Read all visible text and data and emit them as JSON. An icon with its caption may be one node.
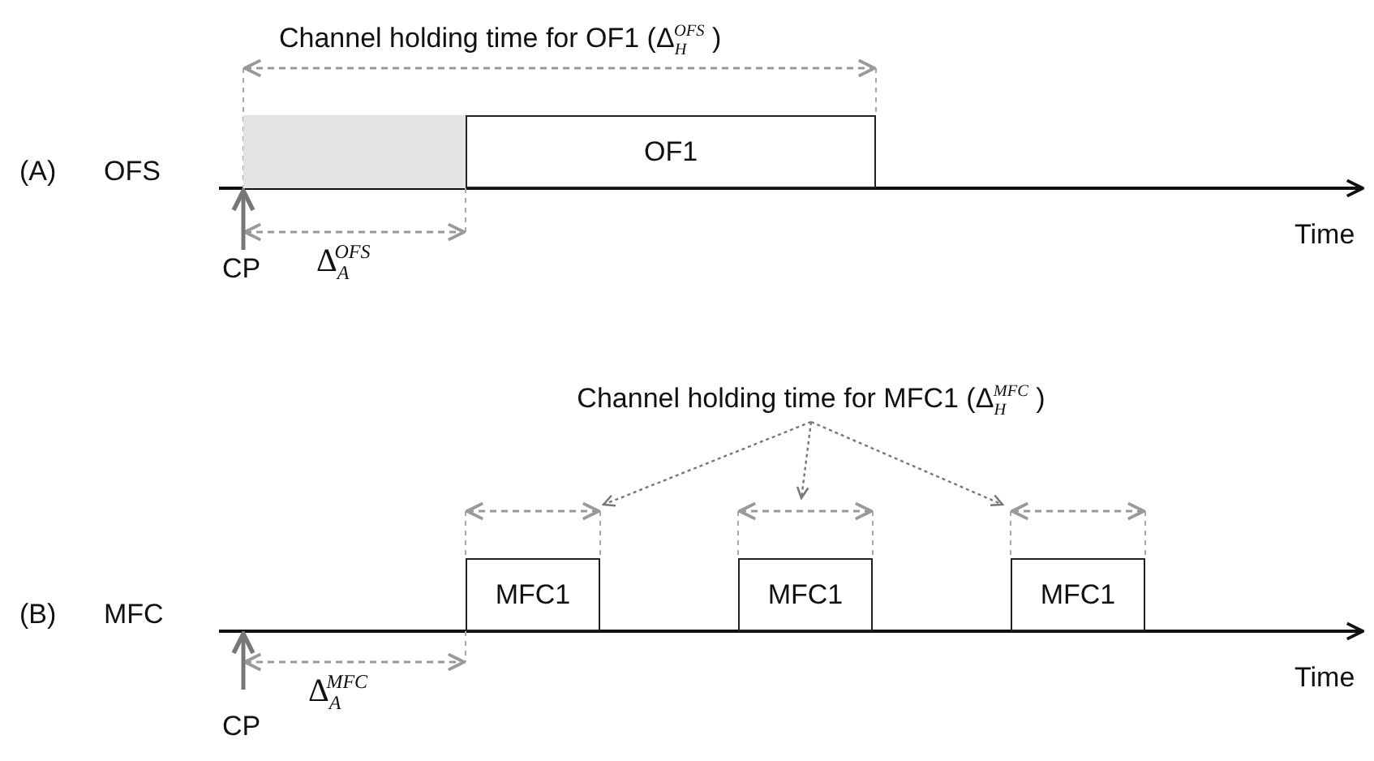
{
  "diagram": {
    "nodes": [
      {
        "text": [],
        "shape": "box"
      },
      {
        "text": [
          "OF1"
        ]
      },
      {
        "text": [
          "MFC1"
        ]
      },
      {
        "text": [
          "MFC1"
        ]
      },
      {
        "text": [
          "MFC1"
        ]
      },
      {
        "text": [
          "Channel holding time for MFC1 (Δ$_{H}$$^{MFC}$ )"
        ]
      }
    ],
    "edges": [
      {
        "from": 5,
        "to": null,
        "arrow": "to",
        "style": "dashed"
      },
      {
        "from": 5,
        "to": null,
        "arrow": "to",
        "style": "dashed"
      },
      {
        "from": 5,
        "to": null,
        "arrow": "to",
        "style": "dashed"
      }
    ],
    "labels": [
      "Channel holding time for OF1 (Δ$_{H}$$^{OFS}$ )",
      "(A)",
      "OFS",
      "Time",
      "CP",
      "Δ$_{A}$$^{OFS}$",
      "(B)",
      "MFC",
      "Time",
      "CP",
      "Δ$_{A}$$^{MFC}$"
    ]
  }
}
